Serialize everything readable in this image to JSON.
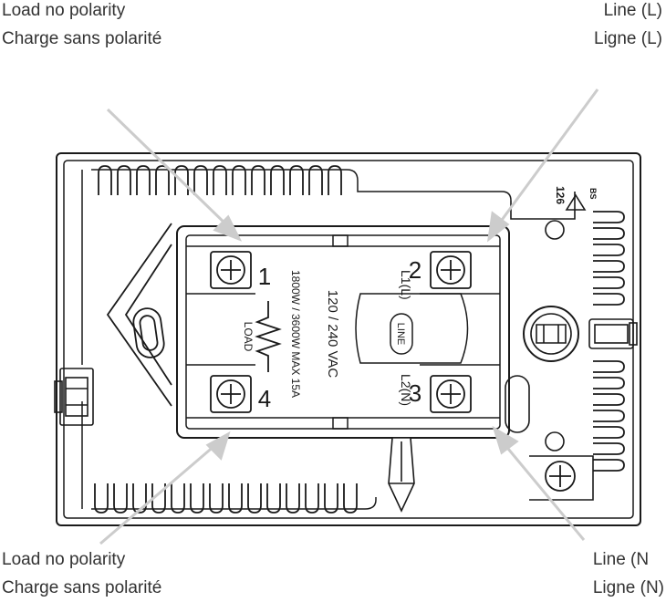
{
  "labels": {
    "top_left": {
      "line1": "Load no polarity",
      "line2": "Charge sans polarité"
    },
    "top_right": {
      "line1": "Line (L)",
      "line2": "Ligne (L)"
    },
    "bottom_left": {
      "line1": "Load no polarity",
      "line2": "Charge sans polarité"
    },
    "bottom_right": {
      "line1": "Line (N",
      "line2": "Ligne (N)"
    }
  },
  "device": {
    "terminal_1": "1",
    "terminal_2": "2",
    "terminal_3": "3",
    "terminal_4": "4",
    "terminal_2_label": "L1(L)",
    "terminal_3_label": "L2(N)",
    "load_label": "LOAD",
    "rating": "1800W / 3600W MAX 15A",
    "voltage": "120 / 240 VAC",
    "line_badge": "LINE",
    "code": "126",
    "mark": "BS"
  },
  "colors": {
    "line": "#1a1a1a",
    "arrow": "#cccccc",
    "text": "#333333"
  }
}
